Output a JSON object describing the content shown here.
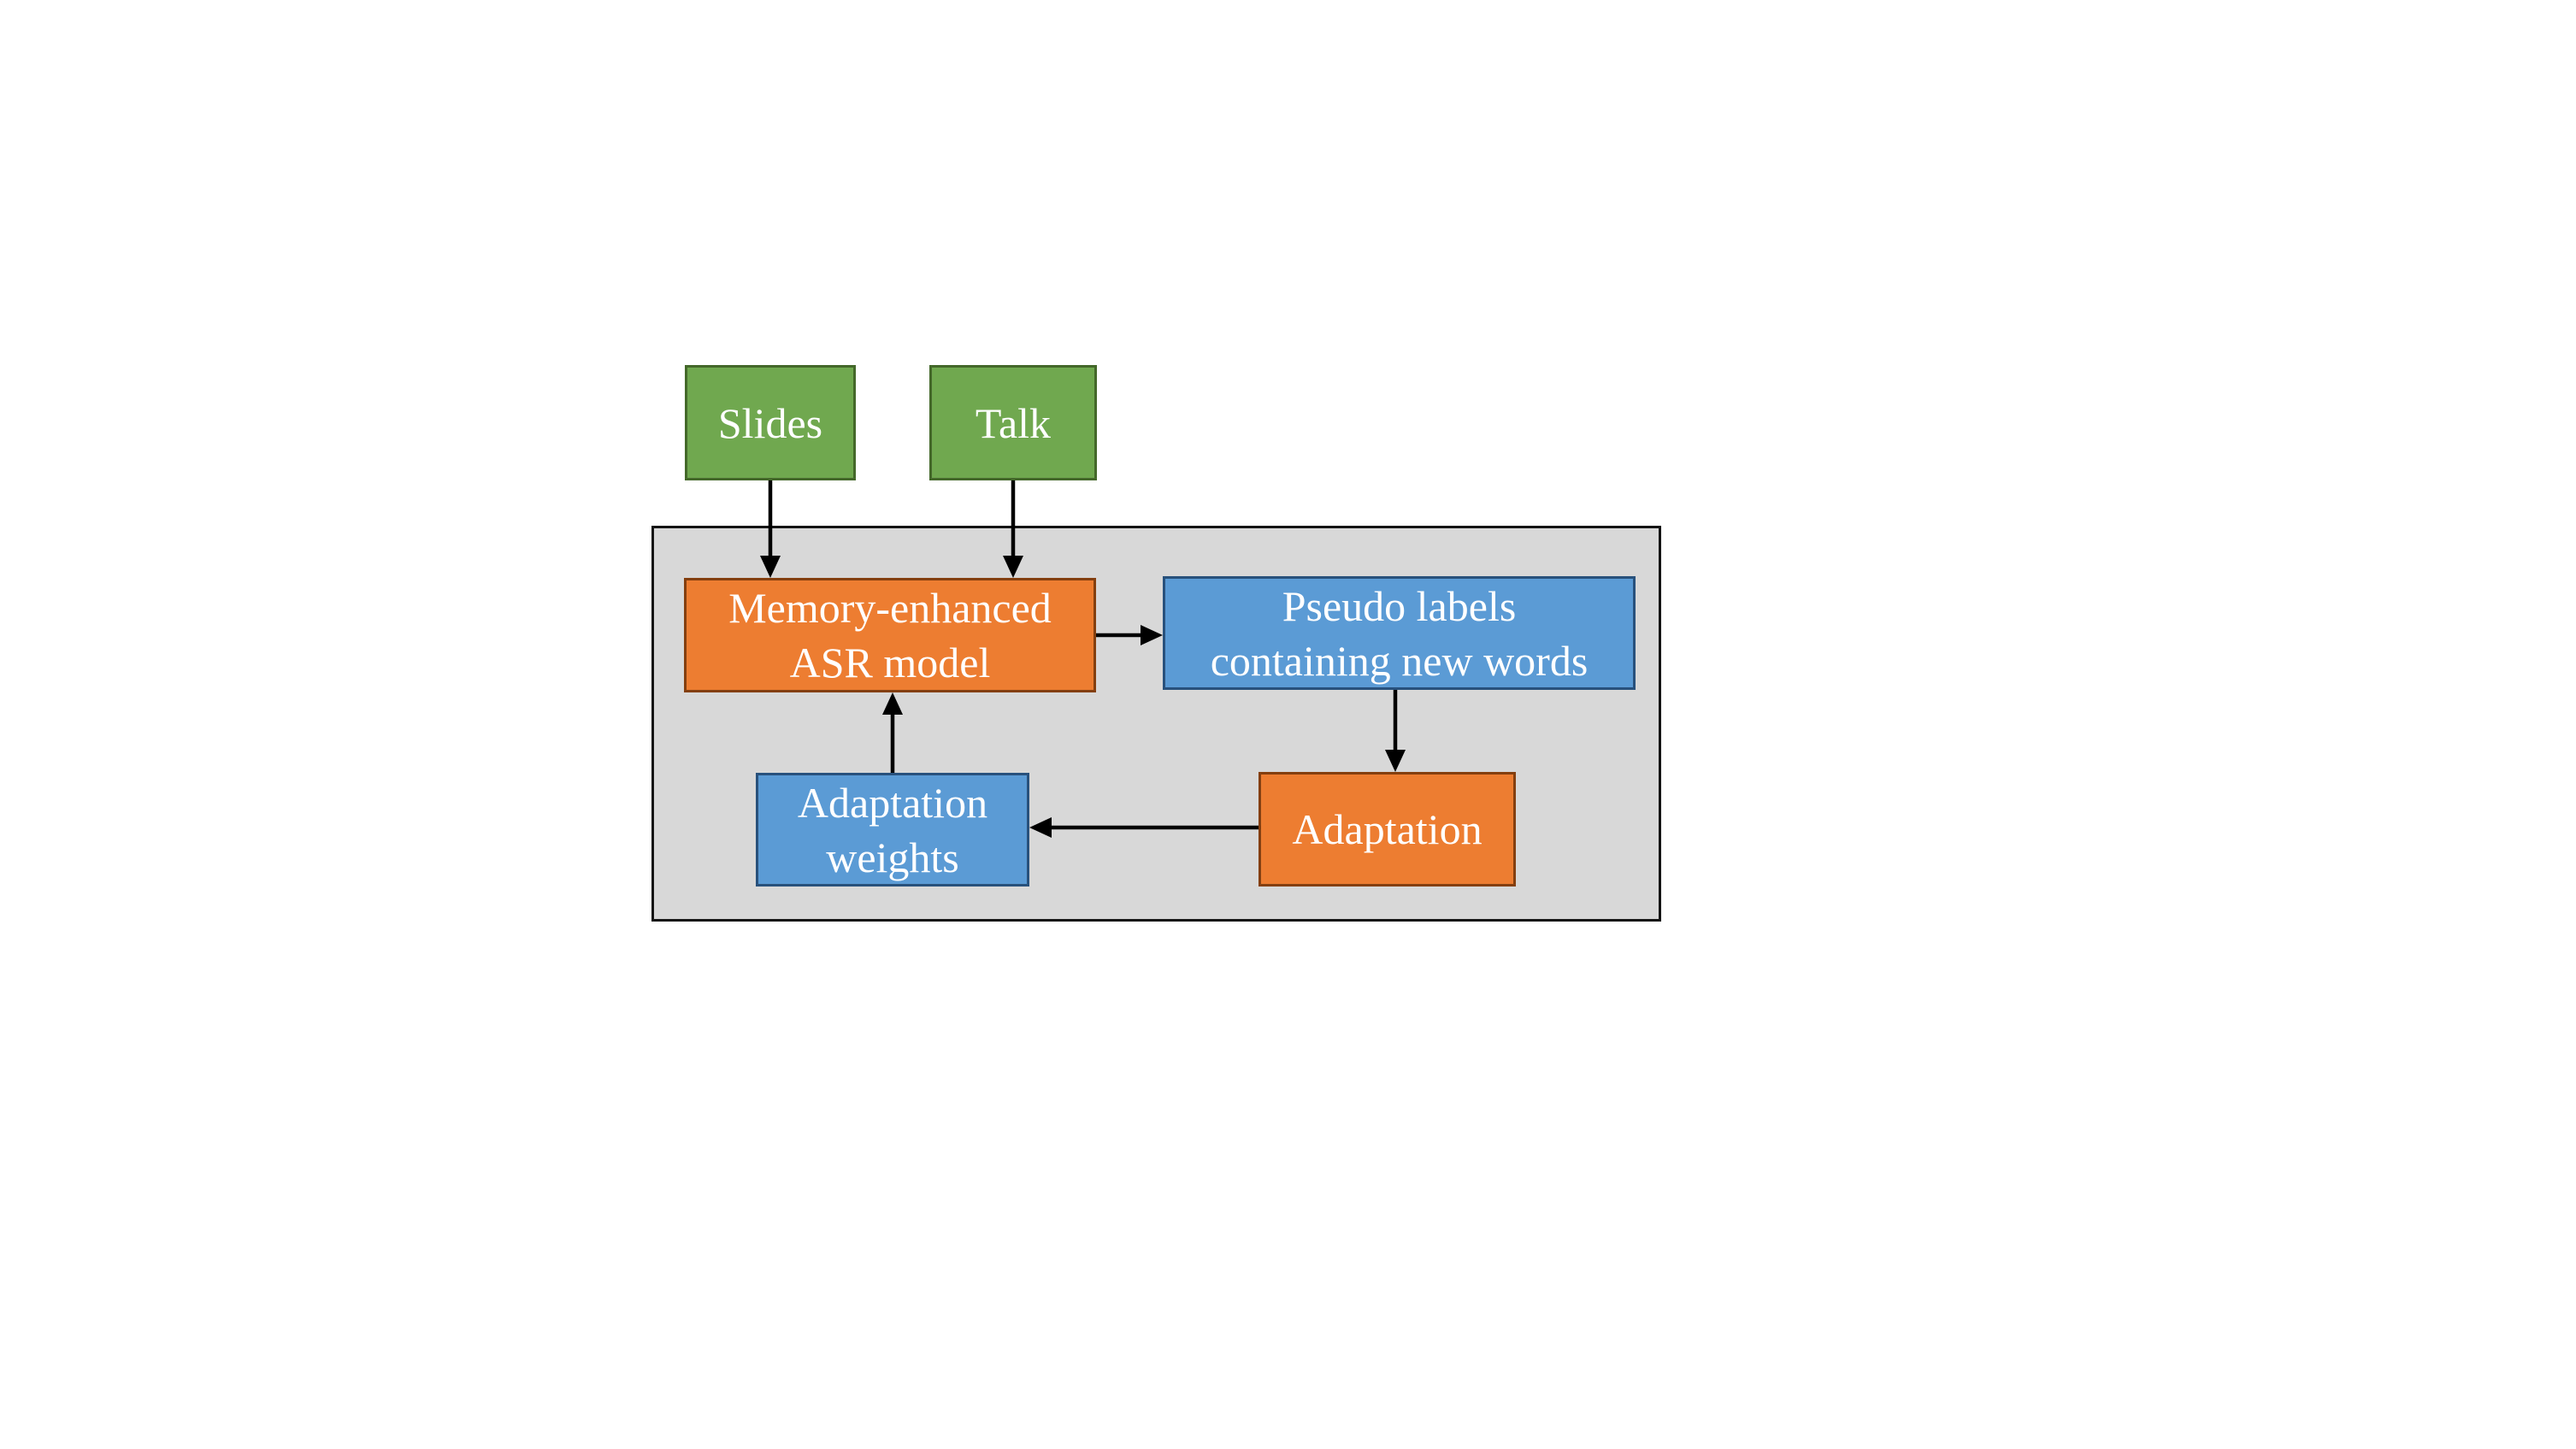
{
  "colors": {
    "green_fill": "#70A84F",
    "green_border": "#44682A",
    "orange_fill": "#ED7D31",
    "orange_border": "#843F0F",
    "blue_fill": "#5B9BD5",
    "blue_border": "#28517C",
    "container_fill": "#D8D8D8",
    "container_border": "#141414",
    "arrow": "#000000",
    "text": "#FFFFFF",
    "background": "#FFFFFF"
  },
  "nodes": {
    "slides": {
      "color": "green",
      "label_lines": [
        "Slides"
      ]
    },
    "talk": {
      "color": "green",
      "label_lines": [
        "Talk"
      ]
    },
    "asr_model": {
      "color": "orange",
      "label_lines": [
        "Memory-enhanced",
        "ASR model"
      ]
    },
    "pseudo_labels": {
      "color": "blue",
      "label_lines": [
        "Pseudo labels",
        "containing new words"
      ]
    },
    "adaptation_weights": {
      "color": "blue",
      "label_lines": [
        "Adaptation",
        "weights"
      ]
    },
    "adaptation": {
      "color": "orange",
      "label_lines": [
        "Adaptation"
      ]
    }
  },
  "arrows": [
    {
      "from": "slides",
      "to": "asr_model"
    },
    {
      "from": "talk",
      "to": "asr_model"
    },
    {
      "from": "asr_model",
      "to": "pseudo_labels"
    },
    {
      "from": "pseudo_labels",
      "to": "adaptation"
    },
    {
      "from": "adaptation",
      "to": "adaptation_weights"
    },
    {
      "from": "adaptation_weights",
      "to": "asr_model"
    }
  ]
}
